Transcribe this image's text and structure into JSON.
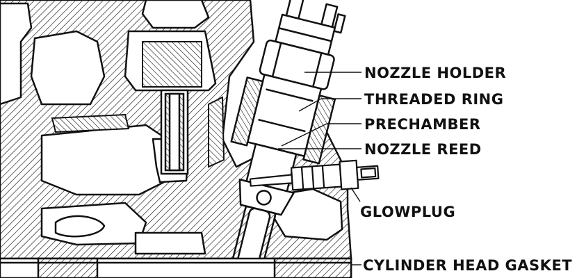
{
  "diagram": {
    "labels": {
      "nozzle_holder": "NOZZLE HOLDER",
      "threaded_ring": "THREADED RING",
      "prechamber": "PRECHAMBER",
      "nozzle_reed": "NOZZLE REED",
      "glowplug": "GLOWPLUG",
      "cylinder_head_gasket": "CYLINDER HEAD GASKET"
    },
    "colors": {
      "ink": "#111111",
      "paper": "#ffffff"
    }
  }
}
